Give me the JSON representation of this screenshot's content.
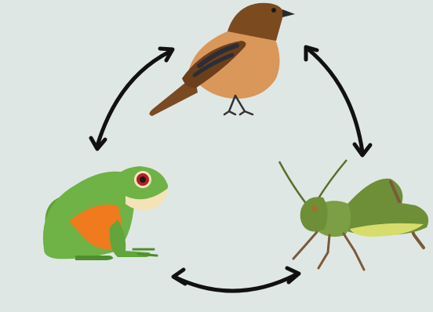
{
  "diagram": {
    "background_color": "#dfe7e4",
    "arrow_color": "#111111",
    "nodes": [
      {
        "id": "bird",
        "icon": "bird-icon",
        "colors": {
          "body": "#d9975a",
          "wing": "#7a4a22",
          "head": "#7b4a1f"
        }
      },
      {
        "id": "grasshopper",
        "icon": "grasshopper-icon",
        "colors": {
          "body": "#6e8f38",
          "belly": "#d6dd6a",
          "legs": "#7a5a3a"
        }
      },
      {
        "id": "frog",
        "icon": "frog-icon",
        "colors": {
          "body": "#6fb245",
          "accent": "#f07a1e",
          "eye": "#b52020"
        }
      }
    ],
    "edges": [
      {
        "from": "bird",
        "to": "frog",
        "direction": "both"
      },
      {
        "from": "bird",
        "to": "grasshopper",
        "direction": "both"
      },
      {
        "from": "frog",
        "to": "grasshopper",
        "direction": "both"
      }
    ]
  }
}
